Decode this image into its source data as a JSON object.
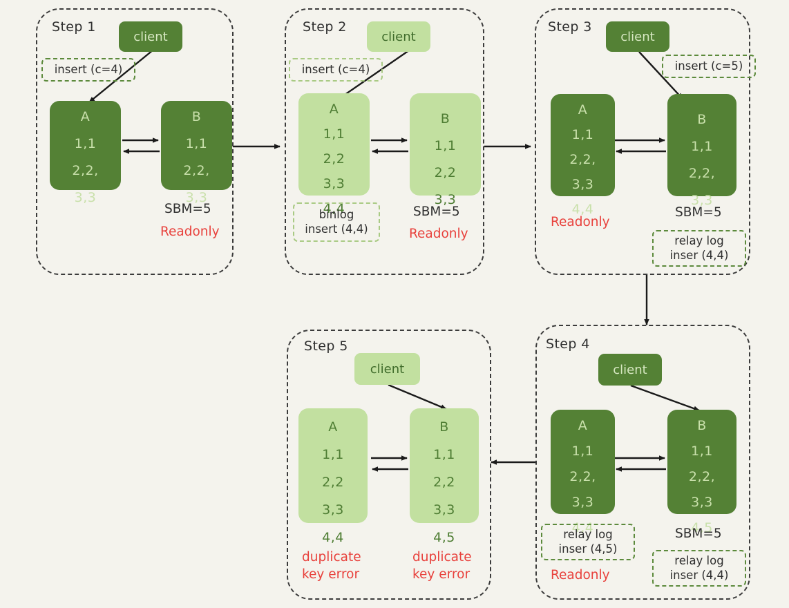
{
  "theme": {
    "background": "#f4f3ed",
    "dark_green": "#548135",
    "light_green": "#c2e0a0",
    "dark_green_text": "#c9e0ab",
    "light_green_text": "#4e7d33",
    "note_border": "#5c8a3c",
    "note_border_pale": "#a9ca84",
    "panel_border": "#3b3b3b",
    "red": "#e8413c",
    "arrow": "#1a1a1a"
  },
  "steps": [
    {
      "title": "Step 1",
      "fill": "dark",
      "client": {
        "label": "client"
      },
      "notes": [
        {
          "name": "insert-note",
          "lines": [
            "insert (c=4)"
          ]
        }
      ],
      "servers": [
        {
          "name": "A",
          "rows": [
            "A",
            "1,1",
            "2,2,",
            "3,3"
          ]
        },
        {
          "name": "B",
          "rows": [
            "B",
            "1,1",
            "2,2,",
            "3,3"
          ]
        }
      ],
      "annotations": [
        {
          "name": "sbm-label",
          "text": "SBM=5",
          "color": "dark"
        },
        {
          "name": "readonly-label",
          "text": "Readonly",
          "color": "red"
        }
      ]
    },
    {
      "title": "Step 2",
      "fill": "light",
      "client": {
        "label": "client"
      },
      "notes": [
        {
          "name": "insert-note",
          "lines": [
            "insert (c=4)"
          ]
        },
        {
          "name": "binlog-note",
          "lines": [
            "binlog",
            "insert (4,4)"
          ]
        }
      ],
      "servers": [
        {
          "name": "A",
          "rows": [
            "A",
            "1,1",
            "2,2",
            "3,3",
            "4,4"
          ]
        },
        {
          "name": "B",
          "rows": [
            "B",
            "1,1",
            "2,2",
            "3,3"
          ]
        }
      ],
      "annotations": [
        {
          "name": "sbm-label",
          "text": "SBM=5",
          "color": "dark"
        },
        {
          "name": "readonly-label",
          "text": "Readonly",
          "color": "red"
        }
      ]
    },
    {
      "title": "Step 3",
      "fill": "dark",
      "client": {
        "label": "client"
      },
      "notes": [
        {
          "name": "insert-note",
          "lines": [
            "insert (c=5)"
          ]
        },
        {
          "name": "relay-log-note",
          "lines": [
            "relay log",
            "inser (4,4)"
          ]
        }
      ],
      "servers": [
        {
          "name": "A",
          "rows": [
            "A",
            "1,1",
            "2,2,",
            "3,3",
            "4,4"
          ]
        },
        {
          "name": "B",
          "rows": [
            "B",
            "1,1",
            "2,2,",
            "3,3"
          ]
        }
      ],
      "annotations": [
        {
          "name": "readonly-label",
          "text": "Readonly",
          "color": "red"
        },
        {
          "name": "sbm-label",
          "text": "SBM=5",
          "color": "dark"
        }
      ]
    },
    {
      "title": "Step 4",
      "fill": "dark",
      "client": {
        "label": "client"
      },
      "notes": [
        {
          "name": "relay-log-note-a",
          "lines": [
            "relay log",
            "inser (4,5)"
          ]
        },
        {
          "name": "relay-log-note-b",
          "lines": [
            "relay log",
            "inser (4,4)"
          ]
        }
      ],
      "servers": [
        {
          "name": "A",
          "rows": [
            "A",
            "1,1",
            "2,2,",
            "3,3",
            "4,4"
          ]
        },
        {
          "name": "B",
          "rows": [
            "B",
            "1,1",
            "2,2,",
            "3,3",
            "4,5"
          ]
        }
      ],
      "annotations": [
        {
          "name": "readonly-label",
          "text": "Readonly",
          "color": "red"
        },
        {
          "name": "sbm-label",
          "text": "SBM=5",
          "color": "dark"
        }
      ]
    },
    {
      "title": "Step 5",
      "fill": "light",
      "client": {
        "label": "client"
      },
      "notes": [],
      "servers": [
        {
          "name": "A",
          "rows": [
            "A",
            "1,1",
            "2,2",
            "3,3",
            "4,4"
          ]
        },
        {
          "name": "B",
          "rows": [
            "B",
            "1,1",
            "2,2",
            "3,3",
            "4,5"
          ]
        }
      ],
      "annotations": [
        {
          "name": "error-label-a",
          "text": "duplicate\nkey error",
          "color": "red"
        },
        {
          "name": "error-label-b",
          "text": "duplicate\nkey error",
          "color": "red"
        }
      ]
    }
  ],
  "flow": {
    "connectors": [
      {
        "name": "step1-to-step2",
        "direction": "right"
      },
      {
        "name": "step2-to-step3",
        "direction": "right"
      },
      {
        "name": "step3-to-step4",
        "direction": "down"
      },
      {
        "name": "step4-to-step5",
        "direction": "left"
      }
    ]
  }
}
